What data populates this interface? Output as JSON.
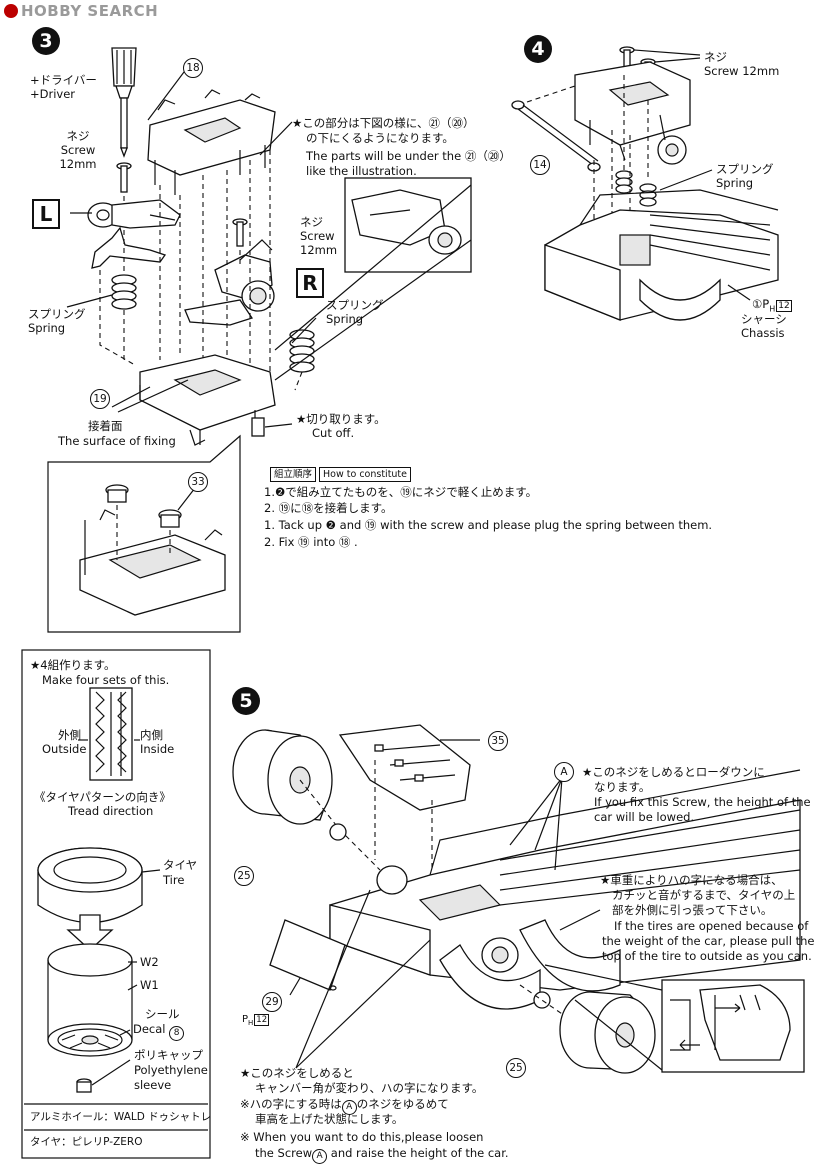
{
  "header": {
    "logo_text": "HOBBY SEARCH"
  },
  "step3": {
    "number": "3",
    "driver_jp": "+ドライバー",
    "driver_en": "+Driver",
    "screw_jp": "ネジ",
    "screw_en": "Screw",
    "screw_size": "12mm",
    "part_18": "18",
    "part_19": "19",
    "note_jp_1": "★この部分は下図の様に、㉑（⑳）",
    "note_jp_2": "の下にくるようになります。",
    "note_en_1": "The parts will be under the ㉑（⑳）",
    "note_en_2": "like the illustration.",
    "side_left": "L",
    "side_right": "R",
    "screw2_jp": "ネジ",
    "screw2_en": "Screw",
    "screw2_size": "12mm",
    "spring_jp": "スプリング",
    "spring_en": "Spring",
    "spring2_jp": "スプリング",
    "spring2_en": "Spring",
    "surface_jp": "接着面",
    "surface_en": "The surface of fixing",
    "cut_jp": "★切り取ります。",
    "cut_en": "Cut off.",
    "part_33": "33"
  },
  "instructions": {
    "tag_jp": "組立順序",
    "tag_en": "How to constitute",
    "line1_jp": "1.❷で組み立てたものを、⑲にネジで軽く止めます。",
    "line2_jp": "2. ⑲に⑱を接着します。",
    "line1_en": "1. Tack up ❷ and ⑲ with the screw and please plug the spring between them.",
    "line2_en": "2. Fix ⑲ into ⑱ ."
  },
  "step4": {
    "number": "4",
    "screw_jp": "ネジ",
    "screw_en": "Screw 12mm",
    "part_14": "14",
    "spring_jp": "スプリング",
    "spring_en": "Spring",
    "chassis_ref": "①P",
    "chassis_ref_sub": "H",
    "chassis_page": "12",
    "chassis_jp": "シャーシ",
    "chassis_en": "Chassis"
  },
  "tire_box": {
    "make_jp": "★4組作ります。",
    "make_en": "Make four sets of this.",
    "outside_jp": "外側",
    "outside_en": "Outside",
    "inside_jp": "内側",
    "inside_en": "Inside",
    "tread_jp": "《タイヤパターンの向き》",
    "tread_en": "Tread direction",
    "tire_jp": "タイヤ",
    "tire_en": "Tire",
    "w2": "W2",
    "w1": "W1",
    "decal_jp": "シール",
    "decal_en": "Decal",
    "decal_no": "8",
    "sleeve_jp": "ポリキャップ",
    "sleeve_en1": "Polyethylene",
    "sleeve_en2": "sleeve",
    "wheel_label": "アルミホイール：WALD ドゥシャトレ",
    "tire_label": "タイヤ：ピレリP-ZERO"
  },
  "step5": {
    "number": "5",
    "part_35": "35",
    "part_25a": "25",
    "part_25b": "25",
    "part_29": "29",
    "ref_29": "P",
    "ref_29_sub": "H",
    "ref_29_page": "12",
    "marker_a": "A",
    "lower_jp_1": "★このネジをしめるとローダウンに",
    "lower_jp_2": "なります。",
    "lower_en_1": "If you fix this Screw, the height of the",
    "lower_en_2": "car will be lowed.",
    "weight_jp_1": "★車重によりハの字になる場合は、",
    "weight_jp_2": "カチッと音がするまで、タイヤの上",
    "weight_jp_3": "部を外側に引っ張って下さい。",
    "weight_en_1": "If the tires are opened because of",
    "weight_en_2": "the weight of the car, please pull the",
    "weight_en_3": "top of the tire to outside as you can.",
    "camber_jp_1": "★このネジをしめると",
    "camber_jp_2": "キャンバー角が変わり、ハの字になります。",
    "camber_jp_3": "※ハの字にする時は",
    "camber_jp_3b": "のネジをゆるめて",
    "camber_jp_4": "車高を上げた状態にします。",
    "camber_en_1": "※ When you want to do this,please loosen",
    "camber_en_2a": "the Screw",
    "camber_en_2b": "and raise the height of the car."
  }
}
